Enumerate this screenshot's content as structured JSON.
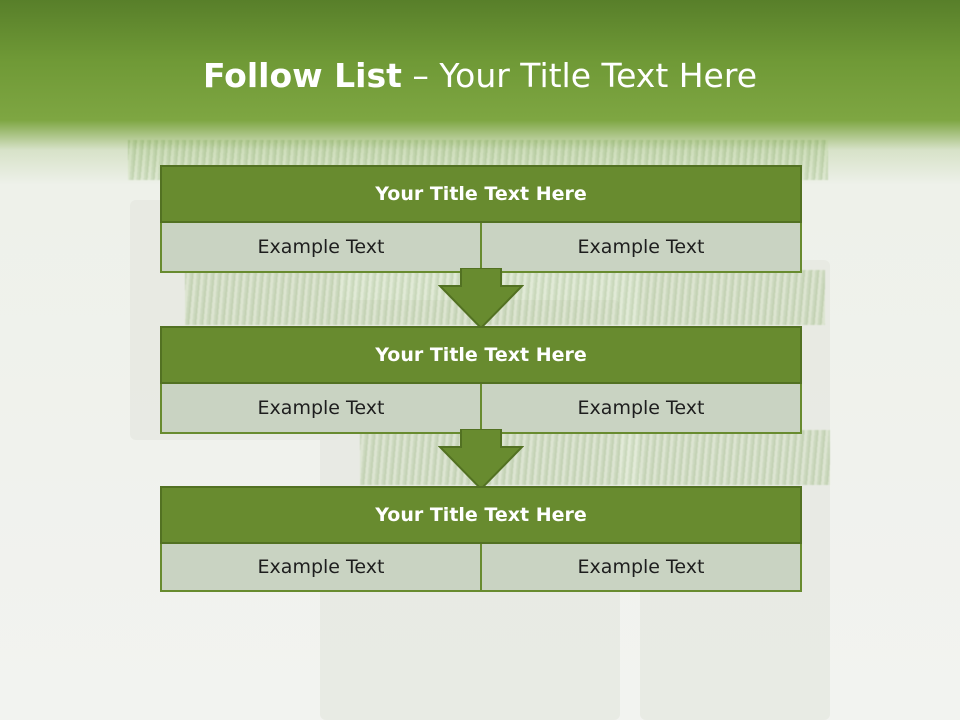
{
  "header": {
    "title_bold": "Follow List",
    "title_rest": "– Your Title Text Here"
  },
  "steps": [
    {
      "title": "Your Title Text Here",
      "left": "Example Text",
      "right": "Example Text"
    },
    {
      "title": "Your Title Text Here",
      "left": "Example Text",
      "right": "Example Text"
    },
    {
      "title": "Your Title Text Here",
      "left": "Example Text",
      "right": "Example Text"
    }
  ],
  "colors": {
    "header_green": "#6f9936",
    "title_bar": "#688b2f",
    "cell_fill": "#c9d3c2",
    "arrow": "#688b2f"
  }
}
